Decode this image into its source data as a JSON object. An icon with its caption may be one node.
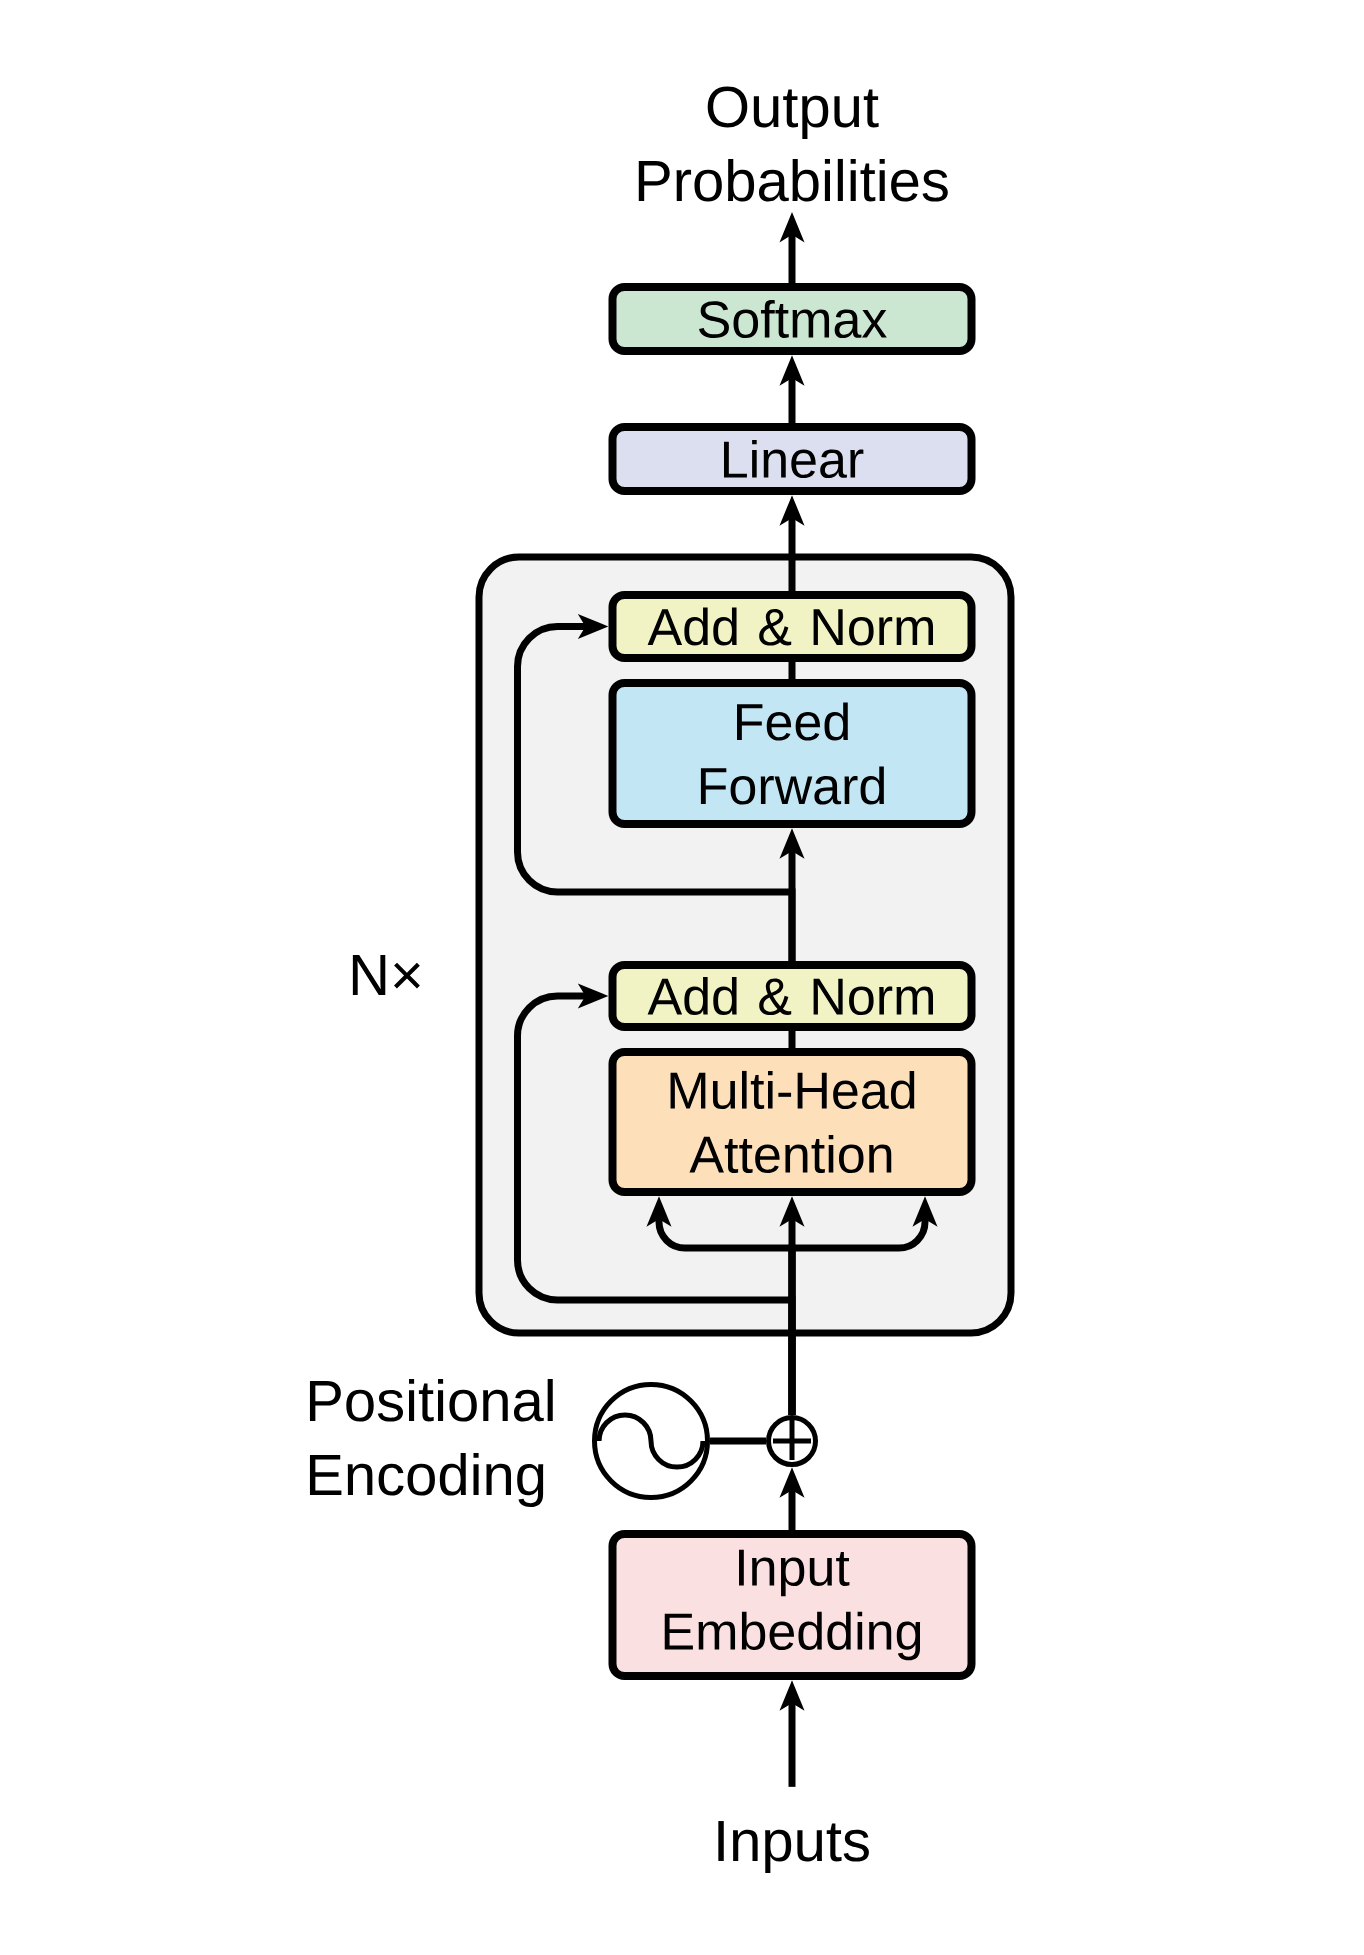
{
  "diagram": {
    "nodes": [
      {
        "text": [
          "Output Probabilities"
        ]
      },
      {
        "text": [
          "Softmax"
        ]
      },
      {
        "text": [
          "Linear"
        ]
      },
      {
        "text": [],
        "shape": "box",
        "beside": [
          "N×"
        ]
      },
      {
        "text": [
          "Add & Norm"
        ],
        "in": 3
      },
      {
        "text": [
          "Feed Forward"
        ],
        "in": 3
      },
      {
        "text": [
          "Add & Norm"
        ],
        "in": 3
      },
      {
        "text": [
          "Multi-Head Attention"
        ],
        "in": 3
      },
      {
        "text": [],
        "shape": "circle",
        "beside": [
          "Positional Encoding"
        ]
      },
      {
        "text": [],
        "shape": "circle"
      },
      {
        "text": [
          "Input Embedding"
        ]
      },
      {
        "text": [
          "Inputs"
        ]
      }
    ],
    "edges": [
      {
        "from": 11,
        "to": 10,
        "arrow": "to"
      },
      {
        "from": 10,
        "to": 9,
        "arrow": "to"
      },
      {
        "from": 8,
        "to": 9,
        "arrow": "none"
      },
      {
        "from": 9,
        "to": 7,
        "arrow": "to"
      },
      {
        "from": 9,
        "to": 7,
        "arrow": "to"
      },
      {
        "from": 9,
        "to": 7,
        "arrow": "to"
      },
      {
        "from": 9,
        "to": 6,
        "arrow": "to"
      },
      {
        "from": 7,
        "to": 6,
        "arrow": "none"
      },
      {
        "from": 6,
        "to": 5,
        "arrow": "to"
      },
      {
        "from": 6,
        "to": 4,
        "arrow": "to"
      },
      {
        "from": 5,
        "to": 4,
        "arrow": "none"
      },
      {
        "from": 4,
        "to": 2,
        "arrow": "to"
      },
      {
        "from": 2,
        "to": 1,
        "arrow": "to"
      },
      {
        "from": 1,
        "to": 0,
        "arrow": "to"
      }
    ]
  }
}
